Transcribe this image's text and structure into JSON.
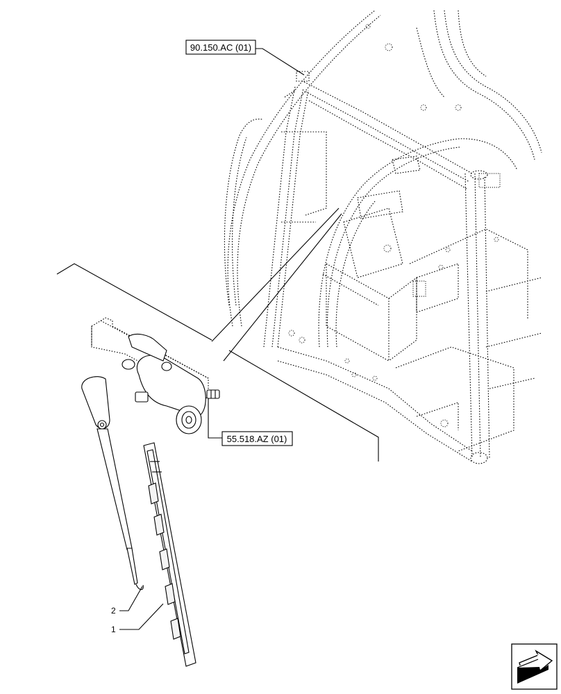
{
  "references": {
    "top_ref": "90.150.AC (01)",
    "mid_ref": "55.518.AZ (01)"
  },
  "callouts": {
    "item_1": "1",
    "item_2": "2"
  },
  "icons": {
    "nav_icon": "next-page-arrow-icon"
  }
}
